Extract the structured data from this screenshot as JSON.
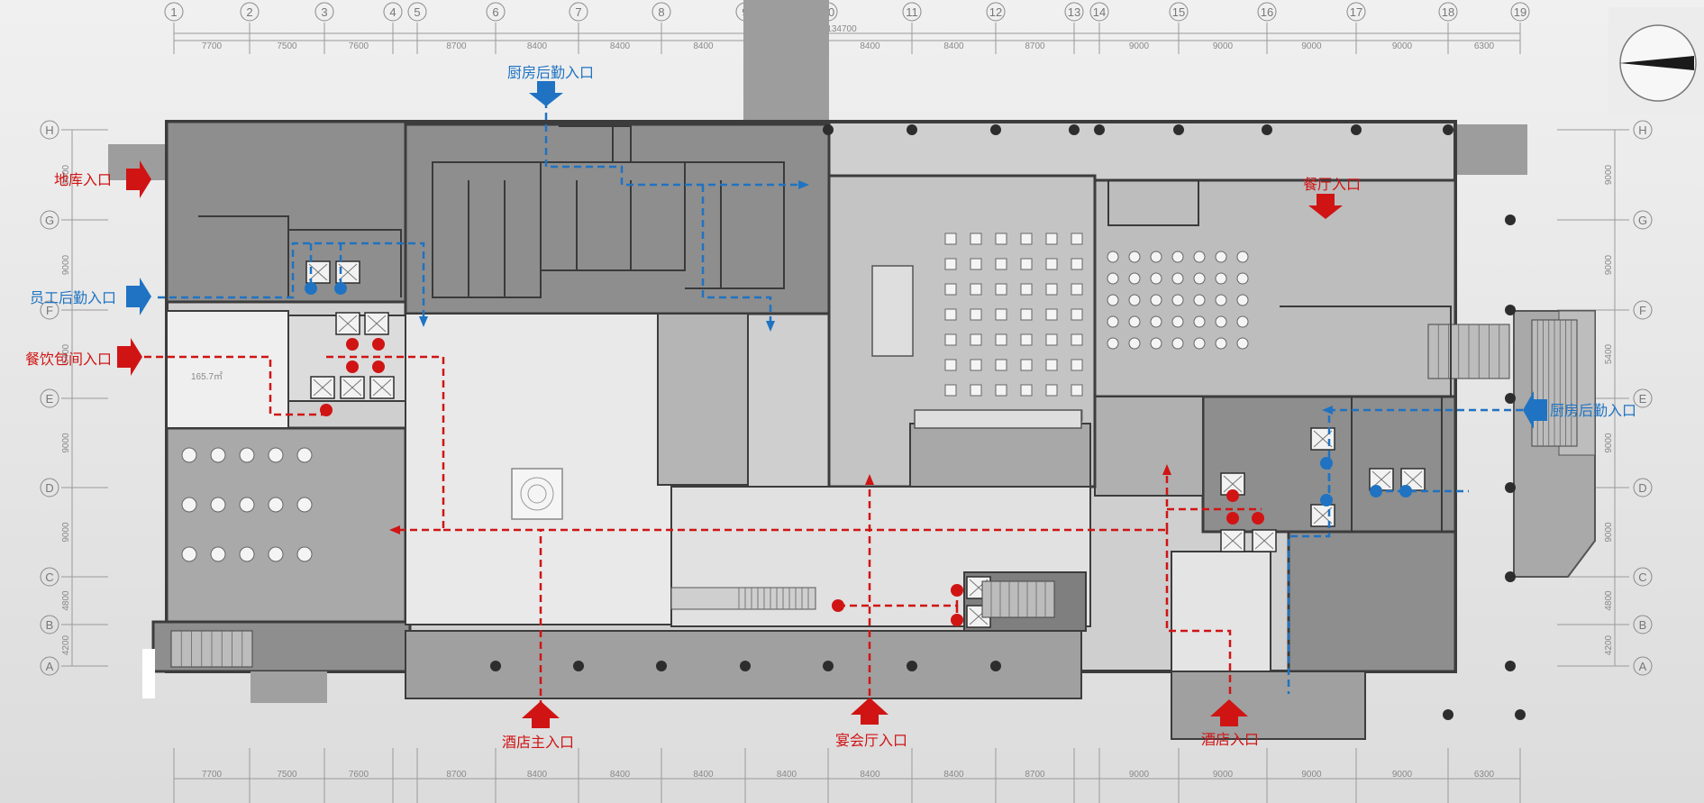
{
  "grid": {
    "columns": [
      "1",
      "2",
      "3",
      "4",
      "5",
      "6",
      "7",
      "8",
      "9",
      "10",
      "11",
      "12",
      "13",
      "14",
      "15",
      "16",
      "17",
      "18",
      "19"
    ],
    "rows": [
      "H",
      "G",
      "F",
      "E",
      "D",
      "C",
      "B",
      "A"
    ],
    "dimensions_top": [
      "7700",
      "7500",
      "7600",
      "8700",
      "8400",
      "8400",
      "8400",
      "8400",
      "8400",
      "8400",
      "8700",
      "9000",
      "9000",
      "9000",
      "9000",
      "6300"
    ],
    "overall_dimension": "134700",
    "dimensions_side": [
      "9000",
      "9000",
      "5400",
      "9000",
      "9000",
      "4800",
      "4200"
    ]
  },
  "colors": {
    "guest_route": "#d01414",
    "service_route": "#1f73c2",
    "wall": "#4a4a4a",
    "service_area": "#8e8e8e",
    "public_area": "#cfcfcf"
  },
  "entrances": {
    "garage": "地库入口",
    "kitchen_logistics_top": "厨房后勤入口",
    "staff_logistics": "员工后勤入口",
    "private_dining": "餐饮包间入口",
    "restaurant": "餐厅入口",
    "kitchen_logistics_right": "厨房后勤入口",
    "hotel_main": "酒店主入口",
    "banquet_hall": "宴会厅入口",
    "hotel": "酒店入口"
  },
  "area_note": "165.7㎡",
  "compass_icon": "north-arrow-icon"
}
